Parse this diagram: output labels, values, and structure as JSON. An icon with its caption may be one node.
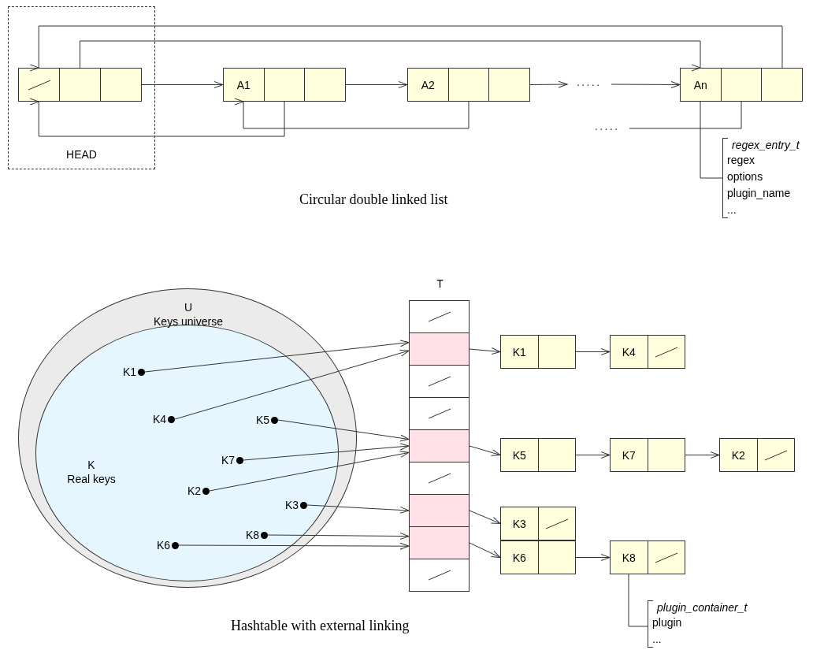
{
  "diagram": {
    "nodes": [
      {
        "text": [
          "HEAD"
        ]
      },
      {
        "text": [],
        "shape": "box",
        "in": 0
      },
      {
        "text": [
          "A1"
        ]
      },
      {
        "text": [
          "A2"
        ]
      },
      {
        "text": [
          "....."
        ]
      },
      {
        "text": [
          "An"
        ]
      },
      {
        "text": [
          "....."
        ]
      },
      {
        "text": [
          "regex_entry_t",
          "regex",
          "options",
          "plugin_name",
          "..."
        ]
      },
      {
        "text": [
          "U",
          "Keys universe"
        ]
      },
      {
        "text": [
          "K",
          "Real keys"
        ],
        "in": 8
      },
      {
        "text": [
          "K1"
        ],
        "in": 9
      },
      {
        "text": [
          "K4"
        ],
        "in": 9
      },
      {
        "text": [
          "K5"
        ],
        "in": 9
      },
      {
        "text": [
          "K7"
        ],
        "in": 9
      },
      {
        "text": [
          "K2"
        ],
        "in": 9
      },
      {
        "text": [
          "K3"
        ],
        "in": 9
      },
      {
        "text": [
          "K8"
        ],
        "in": 9
      },
      {
        "text": [
          "K6"
        ],
        "in": 9
      },
      {
        "text": [
          "T"
        ]
      },
      {
        "text": [],
        "shape": "box",
        "in": 18
      },
      {
        "text": [],
        "shape": "box",
        "in": 18
      },
      {
        "text": [],
        "shape": "box",
        "in": 18
      },
      {
        "text": [],
        "shape": "box",
        "in": 18
      },
      {
        "text": [],
        "shape": "box",
        "in": 18
      },
      {
        "text": [],
        "shape": "box",
        "in": 18
      },
      {
        "text": [],
        "shape": "box",
        "in": 18
      },
      {
        "text": [],
        "shape": "box",
        "in": 18
      },
      {
        "text": [],
        "shape": "box",
        "in": 18
      },
      {
        "text": [
          "K1"
        ]
      },
      {
        "text": [
          "K4"
        ]
      },
      {
        "text": [
          "K5"
        ]
      },
      {
        "text": [
          "K7"
        ]
      },
      {
        "text": [
          "K2"
        ]
      },
      {
        "text": [
          "K3"
        ]
      },
      {
        "text": [
          "K6"
        ]
      },
      {
        "text": [
          "K8"
        ]
      },
      {
        "text": [
          "plugin_container_t",
          "plugin",
          "..."
        ]
      }
    ],
    "edges": [
      {
        "from": 1,
        "to": 2,
        "arrow": "to"
      },
      {
        "from": 2,
        "to": 3,
        "arrow": "to"
      },
      {
        "from": 3,
        "to": 4,
        "arrow": "to"
      },
      {
        "from": 4,
        "to": 5,
        "arrow": "to"
      },
      {
        "from": 5,
        "to": 1,
        "arrow": "to"
      },
      {
        "from": 1,
        "to": 5,
        "arrow": "to"
      },
      {
        "from": 2,
        "to": 1,
        "arrow": "to"
      },
      {
        "from": 3,
        "to": 2,
        "arrow": "to"
      },
      {
        "from": 5,
        "to": 6,
        "arrow": "none"
      },
      {
        "from": 5,
        "to": 7,
        "arrow": "none"
      },
      {
        "from": 10,
        "to": 20,
        "arrow": "to"
      },
      {
        "from": 11,
        "to": 20,
        "arrow": "to"
      },
      {
        "from": 12,
        "to": 23,
        "arrow": "to"
      },
      {
        "from": 13,
        "to": 23,
        "arrow": "to"
      },
      {
        "from": 14,
        "to": 23,
        "arrow": "to"
      },
      {
        "from": 15,
        "to": 25,
        "arrow": "to"
      },
      {
        "from": 16,
        "to": 26,
        "arrow": "to"
      },
      {
        "from": 17,
        "to": 26,
        "arrow": "to"
      },
      {
        "from": 20,
        "to": 28,
        "arrow": "to"
      },
      {
        "from": 28,
        "to": 29,
        "arrow": "to"
      },
      {
        "from": 23,
        "to": 30,
        "arrow": "to"
      },
      {
        "from": 30,
        "to": 31,
        "arrow": "to"
      },
      {
        "from": 31,
        "to": 32,
        "arrow": "to"
      },
      {
        "from": 25,
        "to": 33,
        "arrow": "to"
      },
      {
        "from": 26,
        "to": 34,
        "arrow": "to"
      },
      {
        "from": 34,
        "to": 35,
        "arrow": "to"
      },
      {
        "from": 35,
        "to": 36,
        "arrow": "none"
      }
    ],
    "labels": [
      "Circular double linked list",
      "Hashtable with external linking"
    ]
  }
}
